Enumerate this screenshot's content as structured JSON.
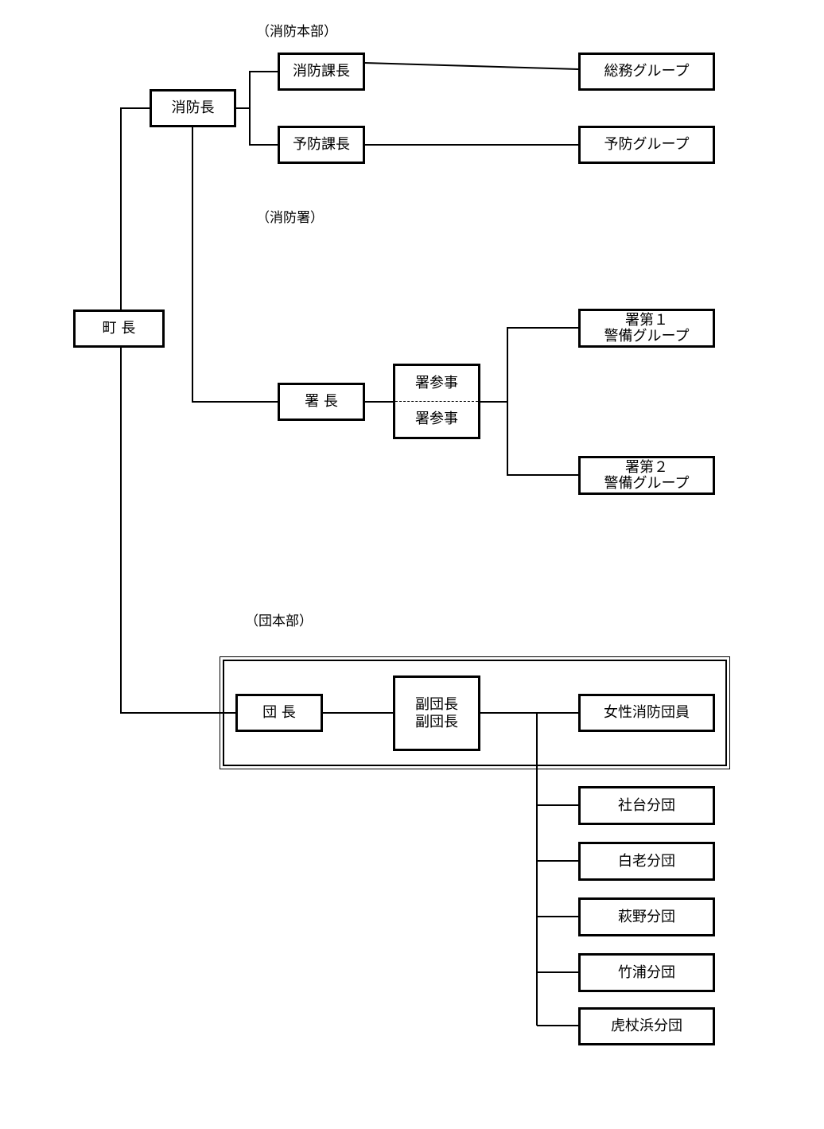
{
  "sections": {
    "hq": "（消防本部）",
    "station": "（消防署）",
    "corps_hq": "（団本部）"
  },
  "nodes": {
    "mayor": "町 長",
    "fire_chief": "消防長",
    "fire_section_chief": "消防課長",
    "prevention_section_chief": "予防課長",
    "general_affairs_group": "総務グループ",
    "prevention_group": "予防グループ",
    "station_chief": "署 長",
    "station_counselor_1": "署参事",
    "station_counselor_2": "署参事",
    "security_group_1_line1": "署第１",
    "security_group_1_line2": "警備グループ",
    "security_group_2_line1": "署第２",
    "security_group_2_line2": "警備グループ",
    "corps_chief": "団 長",
    "vice_chief_1": "副団長",
    "vice_chief_2": "副団長",
    "women_members": "女性消防団員",
    "shadai_branch": "社台分団",
    "shiraoi_branch": "白老分団",
    "hagino_branch": "萩野分団",
    "takeura_branch": "竹浦分団",
    "kojohama_branch": "虎杖浜分団"
  }
}
